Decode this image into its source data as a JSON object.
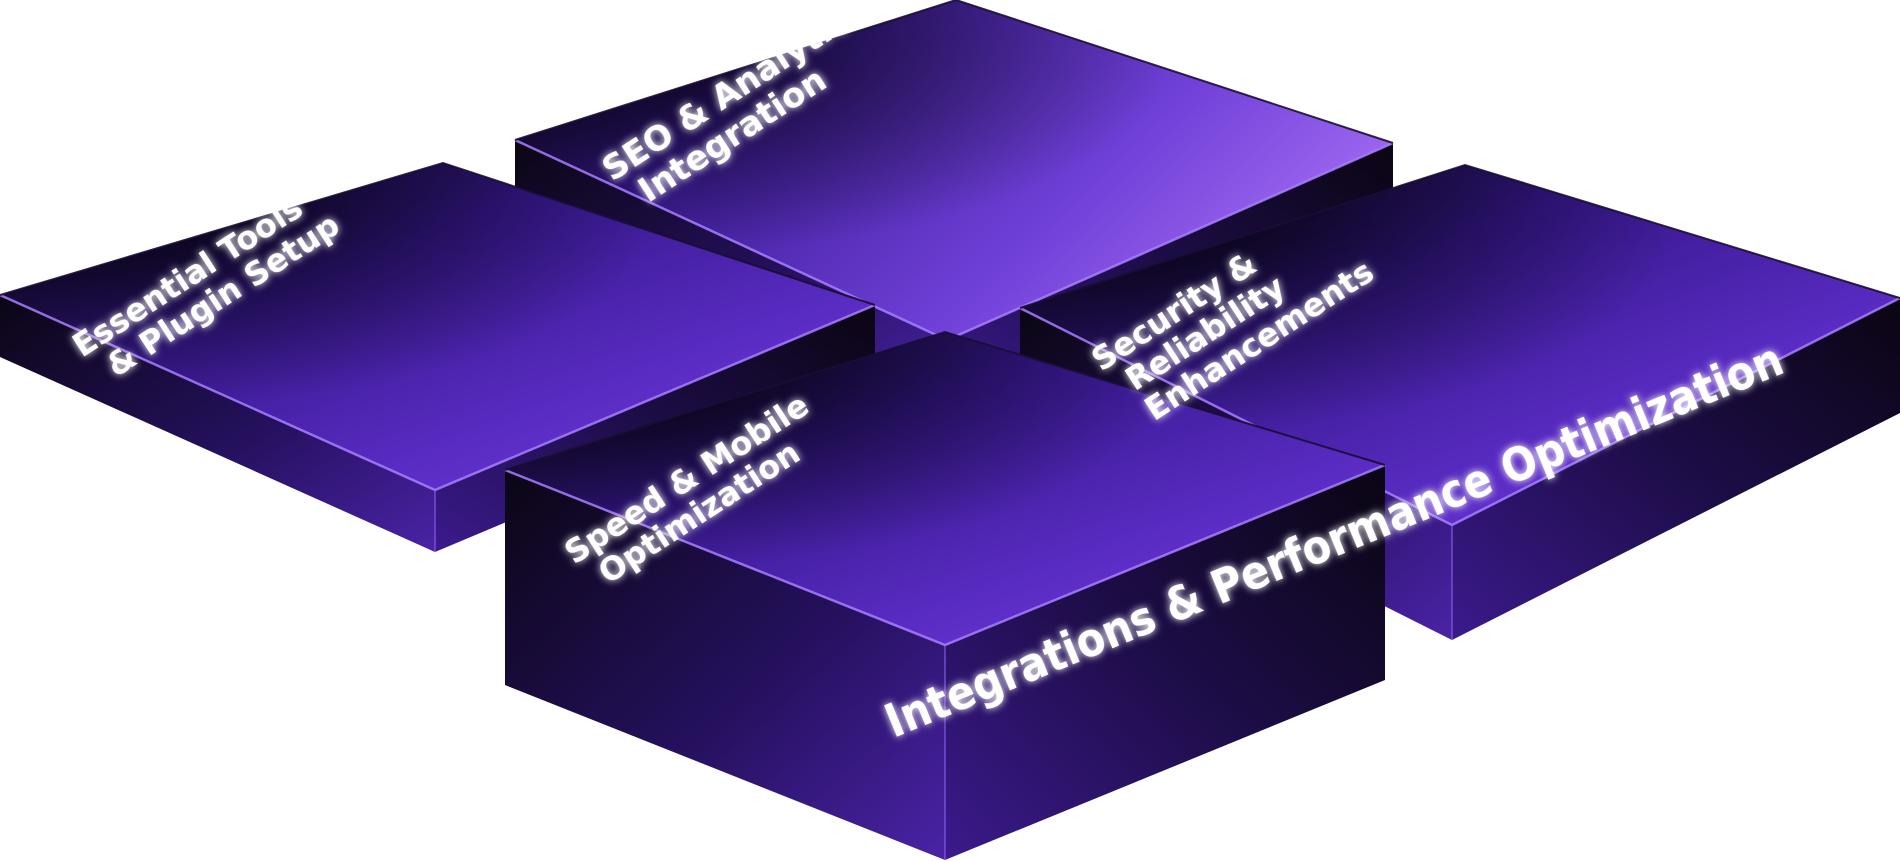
{
  "tiles": [
    {
      "id": "seo",
      "lines": [
        "SEO & Analytics",
        "Integration"
      ]
    },
    {
      "id": "essential",
      "lines": [
        "Essential Tools",
        "& Plugin Setup"
      ]
    },
    {
      "id": "security",
      "lines": [
        "Security &",
        "Reliability",
        "Enhancements"
      ]
    },
    {
      "id": "speed",
      "lines": [
        "Speed & Mobile",
        "Optimization"
      ]
    }
  ],
  "banner": "Integrations & Performance Optimization",
  "colors": {
    "background": "#ffffff",
    "tile_dark": "#0c0716",
    "tile_purple": "#5b2ec0",
    "tile_bright": "#8a56e6",
    "edge_glow": "#a77cff",
    "text": "#ffffff"
  }
}
